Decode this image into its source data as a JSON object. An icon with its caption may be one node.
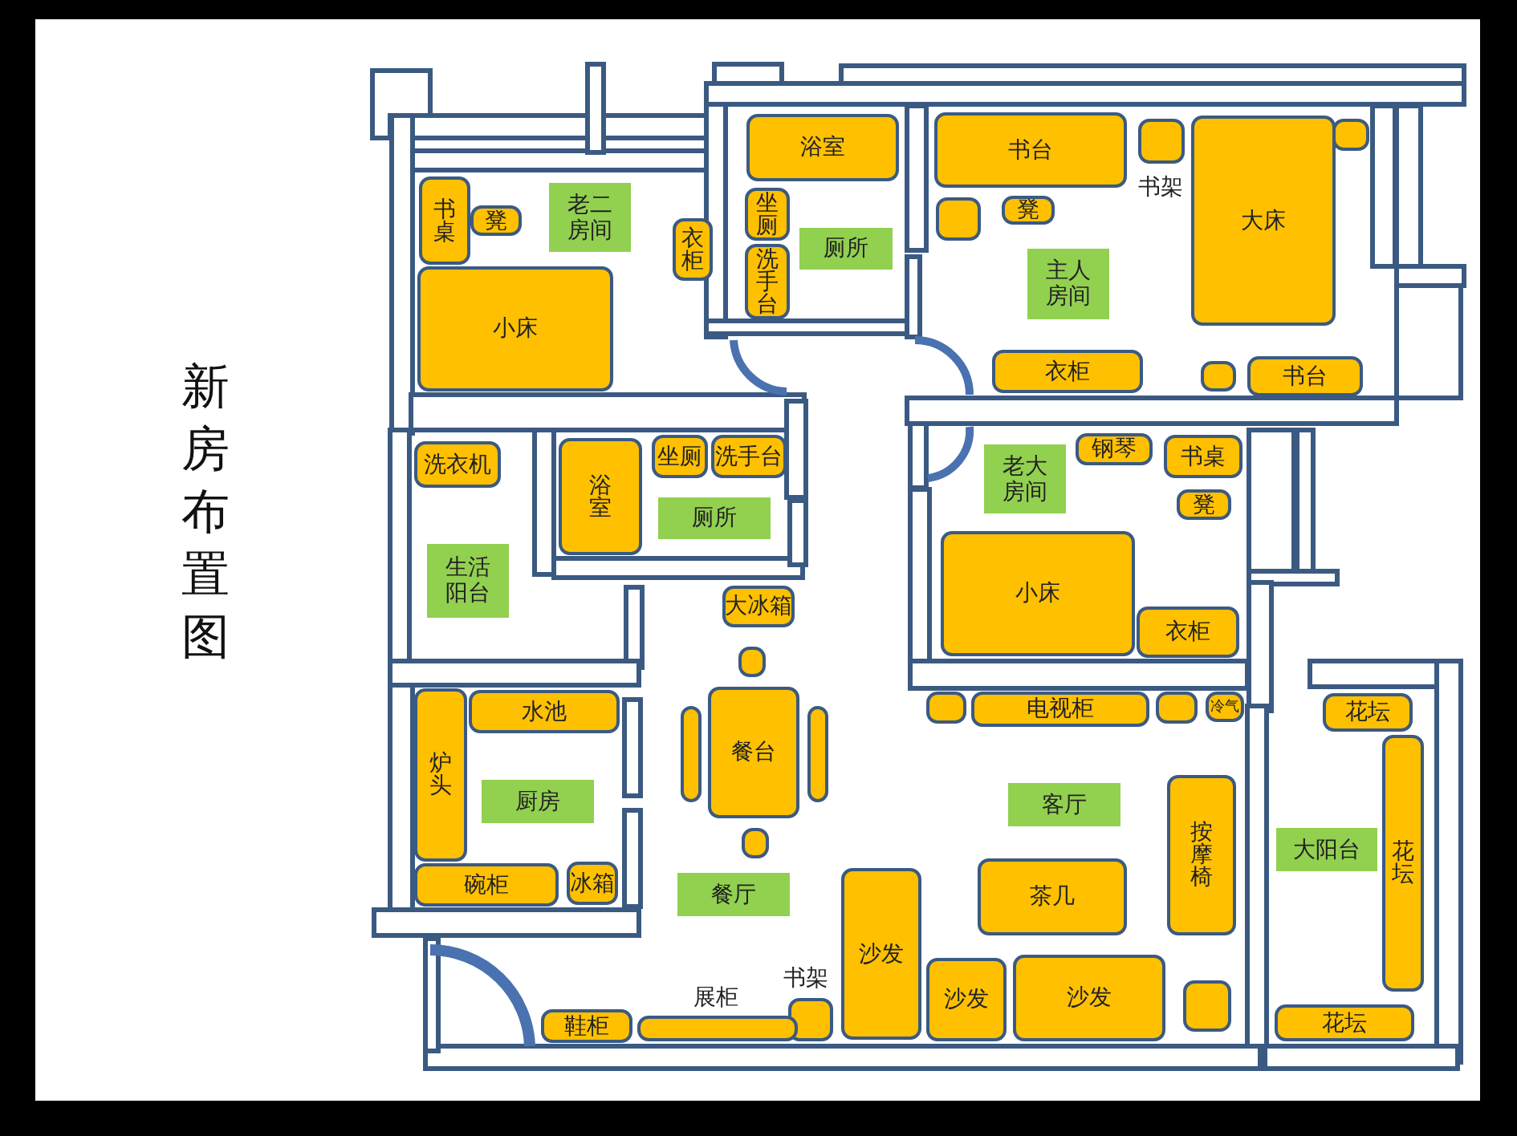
{
  "diagram": {
    "title": "新房布置图",
    "nodes": [
      {
        "text": [
          "浴室"
        ]
      },
      {
        "text": [
          "书台"
        ]
      },
      {
        "text": [],
        "shape": "box",
        "beside": [
          "书架"
        ]
      },
      {
        "text": [
          "大床"
        ]
      },
      {
        "text": [],
        "shape": "box"
      },
      {
        "text": [
          "书桌"
        ]
      },
      {
        "text": [
          "凳"
        ]
      },
      {
        "text": [
          "老二房间"
        ]
      },
      {
        "text": [
          "衣柜"
        ]
      },
      {
        "text": [
          "坐厕"
        ]
      },
      {
        "text": [
          "洗手台"
        ]
      },
      {
        "text": [
          "厕所"
        ]
      },
      {
        "text": [],
        "shape": "box"
      },
      {
        "text": [
          "凳"
        ]
      },
      {
        "text": [
          "主人房间"
        ]
      },
      {
        "text": [
          "小床"
        ]
      },
      {
        "text": [
          "衣柜"
        ]
      },
      {
        "text": [],
        "shape": "box"
      },
      {
        "text": [
          "书台"
        ]
      },
      {
        "text": [
          "洗衣机"
        ]
      },
      {
        "text": [
          "浴室"
        ]
      },
      {
        "text": [
          "坐厕"
        ]
      },
      {
        "text": [
          "洗手台"
        ]
      },
      {
        "text": [
          "钢琴"
        ]
      },
      {
        "text": [
          "书桌"
        ]
      },
      {
        "text": [
          "老大房间"
        ]
      },
      {
        "text": [
          "厕所"
        ]
      },
      {
        "text": [
          "凳"
        ]
      },
      {
        "text": [
          "生活阳台"
        ]
      },
      {
        "text": [
          "小床"
        ]
      },
      {
        "text": [
          "大冰箱"
        ]
      },
      {
        "text": [
          "衣柜"
        ]
      },
      {
        "text": [],
        "shape": "box"
      },
      {
        "text": [
          "水池"
        ]
      },
      {
        "text": [],
        "shape": "box"
      },
      {
        "text": [
          "电视柜"
        ]
      },
      {
        "text": [],
        "shape": "box"
      },
      {
        "text": [
          "冷气"
        ]
      },
      {
        "text": [
          "花坛"
        ]
      },
      {
        "text": [
          "炉头"
        ]
      },
      {
        "text": [],
        "shape": "box"
      },
      {
        "text": [
          "餐台"
        ]
      },
      {
        "text": [],
        "shape": "box"
      },
      {
        "text": [
          "厨房"
        ]
      },
      {
        "text": [
          "客厅"
        ]
      },
      {
        "text": [
          "按摩椅"
        ]
      },
      {
        "text": [
          "大阳台"
        ]
      },
      {
        "text": [
          "花坛"
        ]
      },
      {
        "text": [],
        "shape": "box"
      },
      {
        "text": [
          "茶几"
        ]
      },
      {
        "text": [
          "碗柜"
        ]
      },
      {
        "text": [
          "冰箱"
        ]
      },
      {
        "text": [
          "餐厅"
        ]
      },
      {
        "text": [
          "沙发"
        ]
      },
      {
        "text": [
          "沙发"
        ]
      },
      {
        "text": [
          "沙发"
        ]
      },
      {
        "text": [],
        "shape": "box"
      },
      {
        "text": [],
        "shape": "box",
        "beside": [
          "书架"
        ]
      },
      {
        "text": [
          "鞋柜"
        ]
      },
      {
        "text": [],
        "shape": "box",
        "beside": [
          "展柜"
        ]
      },
      {
        "text": [
          "花坛"
        ]
      }
    ]
  }
}
